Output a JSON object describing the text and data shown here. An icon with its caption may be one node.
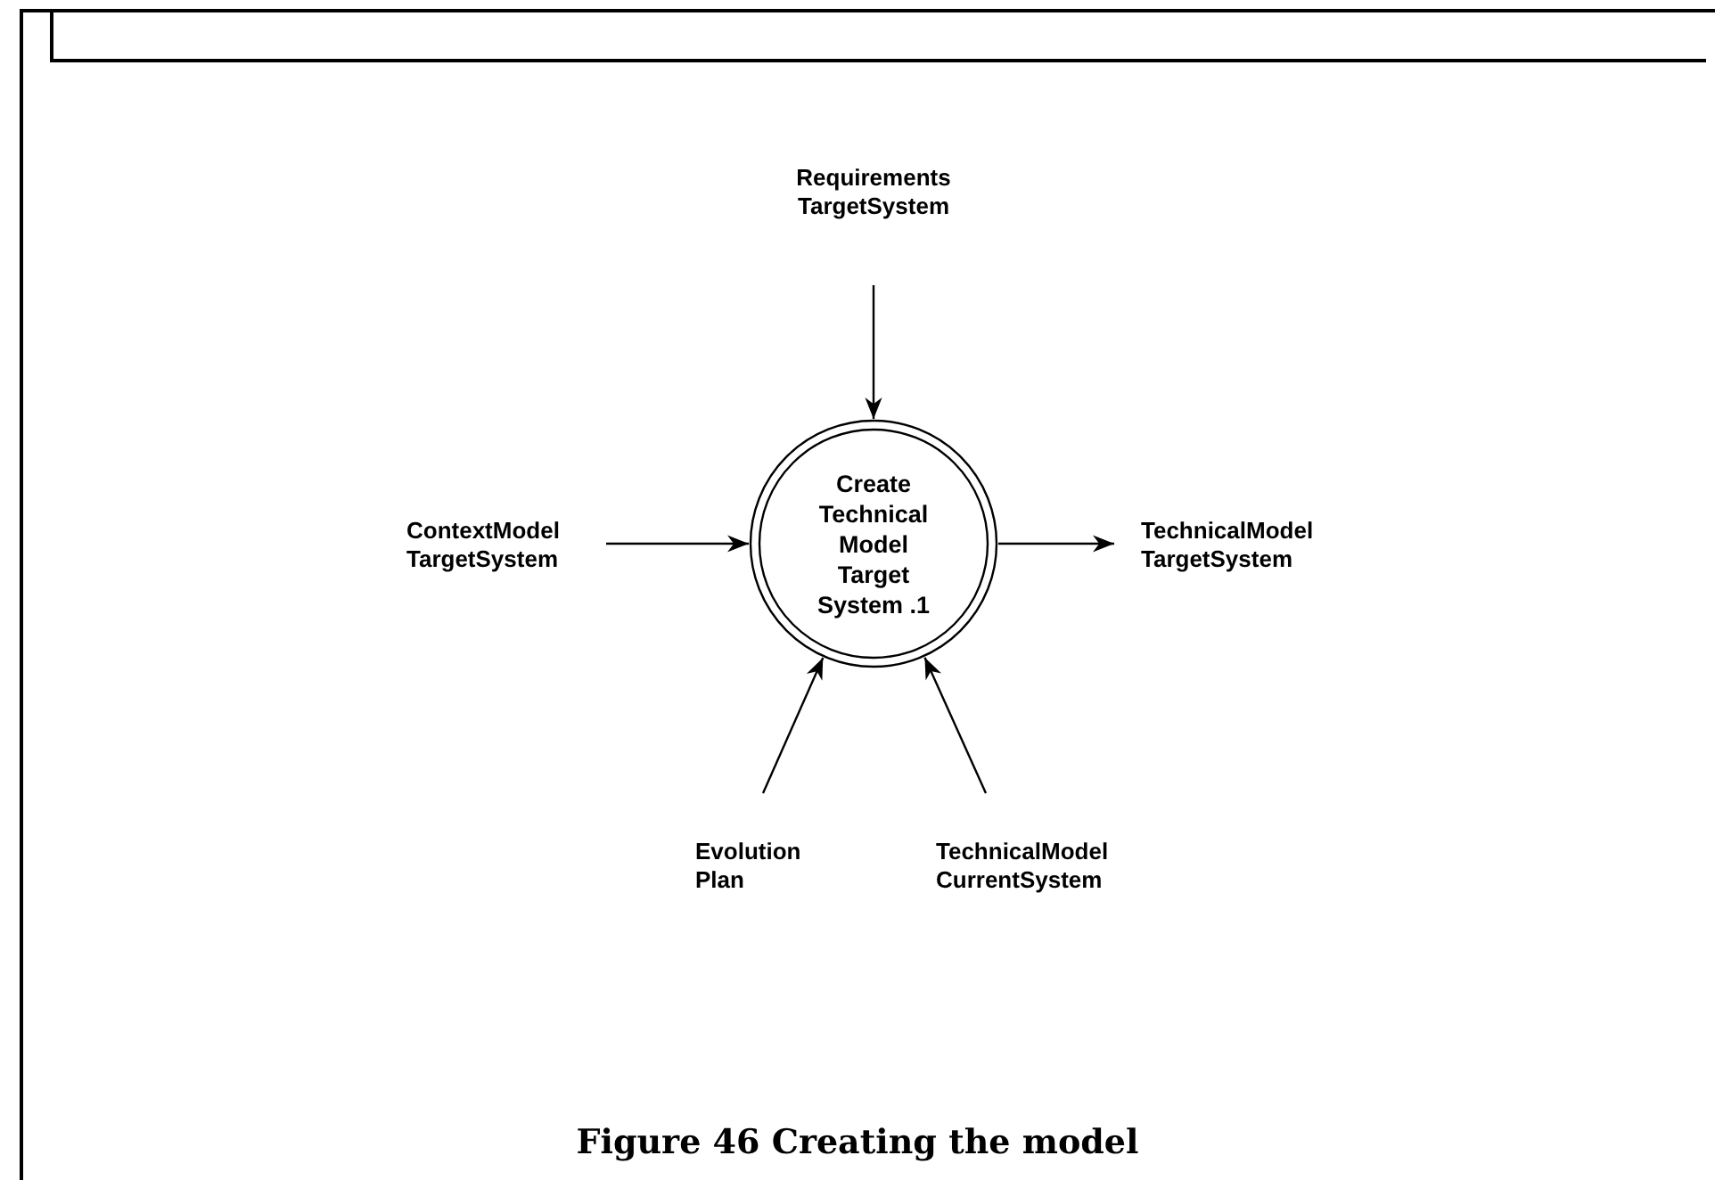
{
  "diagram": {
    "caption": "Figure 46 Creating the model",
    "nodes": [
      {
        "text": [
          "Create Technical Model Target System .1"
        ]
      },
      {
        "text": [
          "Requirements TargetSystem"
        ]
      },
      {
        "text": [
          "ContextModel TargetSystem"
        ]
      },
      {
        "text": [
          "TechnicalModel TargetSystem"
        ]
      },
      {
        "text": [
          "Evolution Plan"
        ]
      },
      {
        "text": [
          "TechnicalModel CurrentSystem"
        ]
      }
    ],
    "edges": [
      {
        "from": 1,
        "to": 0,
        "arrow": "to"
      },
      {
        "from": 2,
        "to": 0,
        "arrow": "to"
      },
      {
        "from": 0,
        "to": 3,
        "arrow": "to"
      },
      {
        "from": 4,
        "to": 0,
        "arrow": "to"
      },
      {
        "from": 5,
        "to": 0,
        "arrow": "to"
      }
    ]
  }
}
